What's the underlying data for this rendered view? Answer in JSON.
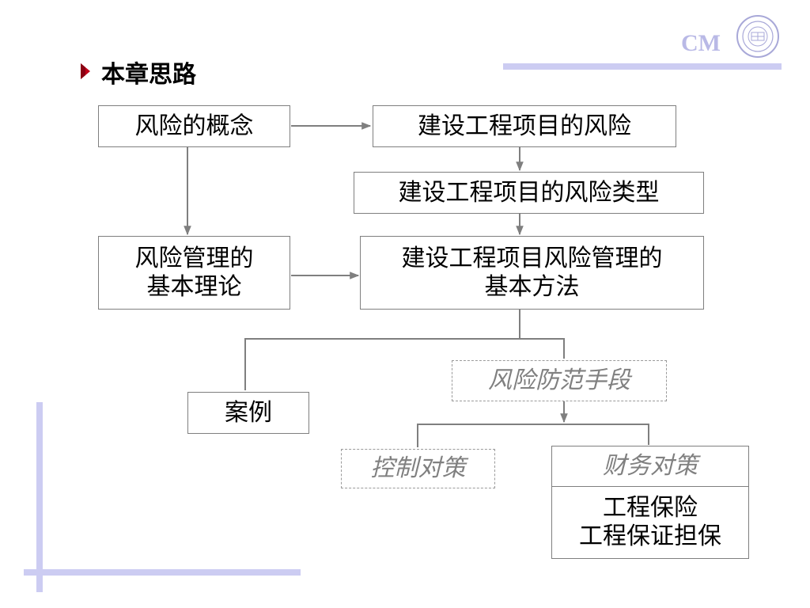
{
  "header": {
    "title": "本章思路",
    "brand": "CM",
    "colors": {
      "accent_bar": "#ccccf2",
      "bullet": "#c0001a",
      "brand": "#b9b9e6"
    }
  },
  "nodes": {
    "risk_concept": "风险的概念",
    "project_risk": "建设工程项目的风险",
    "project_risk_types": "建设工程项目的风险类型",
    "risk_mgmt_theory": "风险管理的\n基本理论",
    "project_risk_mgmt_methods": "建设工程项目风险管理的\n基本方法",
    "risk_prevention_means": "风险防范手段",
    "case": "案例",
    "control_measures": "控制对策",
    "financial_measures": "财务对策",
    "financial_items": "工程保险\n工程保证担保"
  }
}
